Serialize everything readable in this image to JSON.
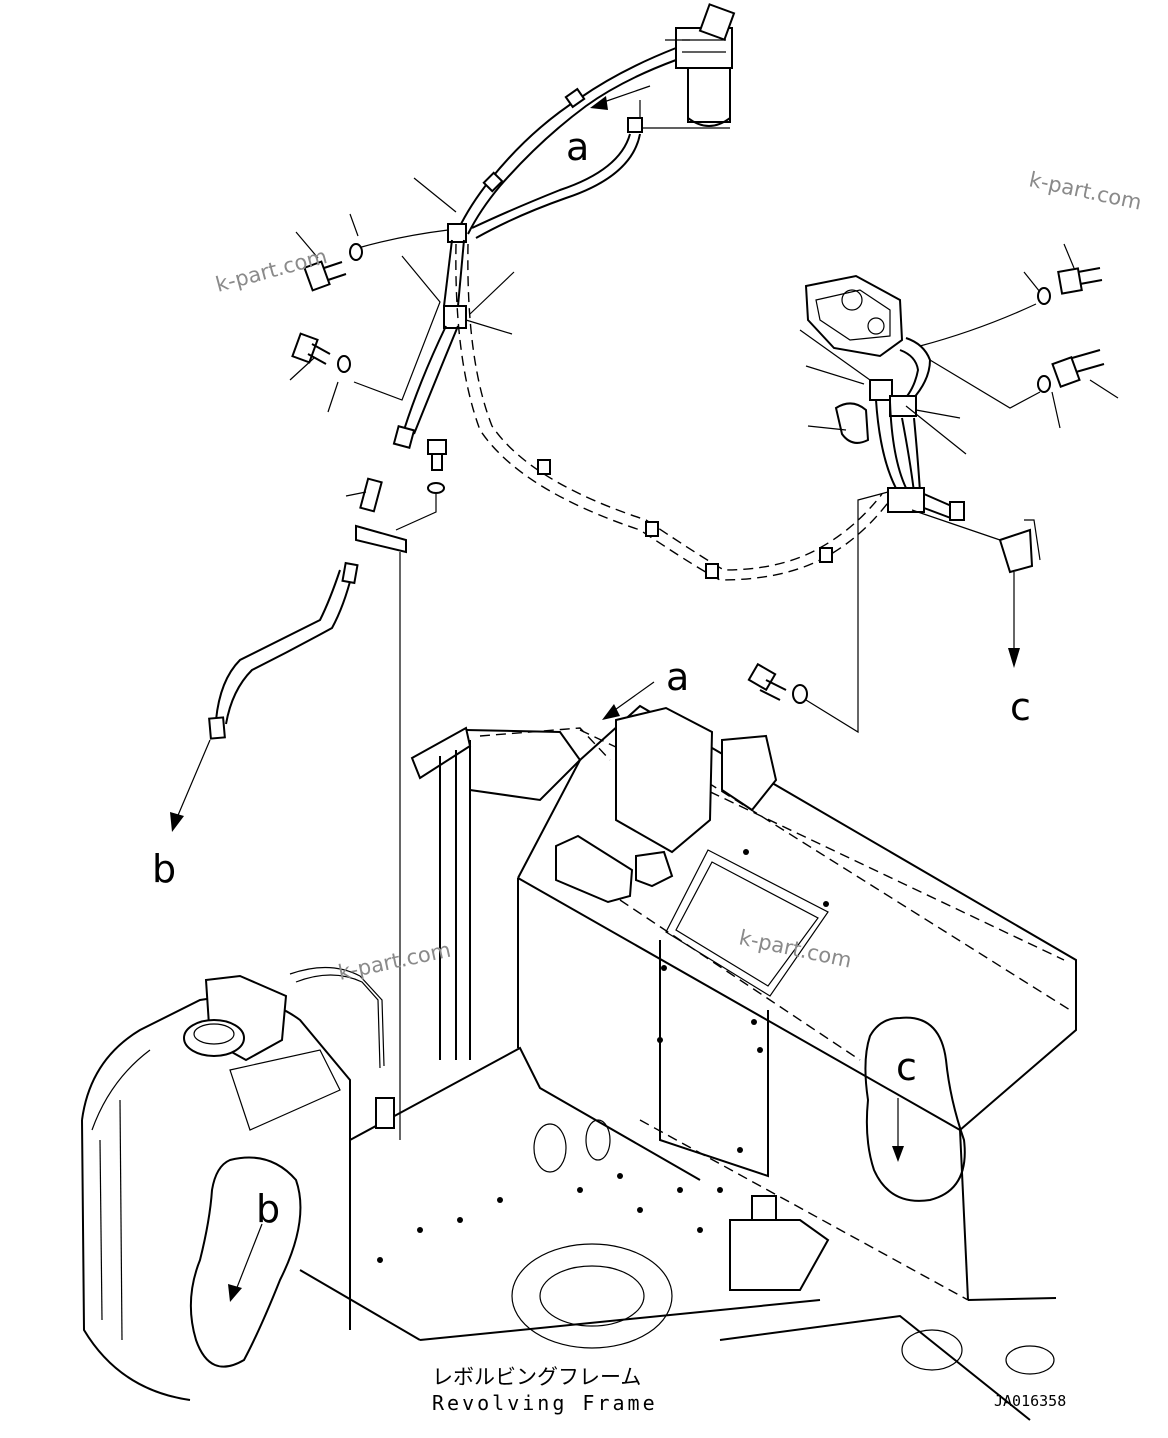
{
  "callouts": {
    "a_top": "a",
    "a_mid": "a",
    "b_left": "b",
    "b_zoom": "b",
    "c_right": "c",
    "c_zoom": "c"
  },
  "watermarks": [
    "k-part.com",
    "k-part.com",
    "k-part.com",
    "k-part.com"
  ],
  "caption": {
    "japanese": "レボルビングフレーム",
    "english": "Revolving Frame"
  },
  "drawing_code": "JA016358"
}
